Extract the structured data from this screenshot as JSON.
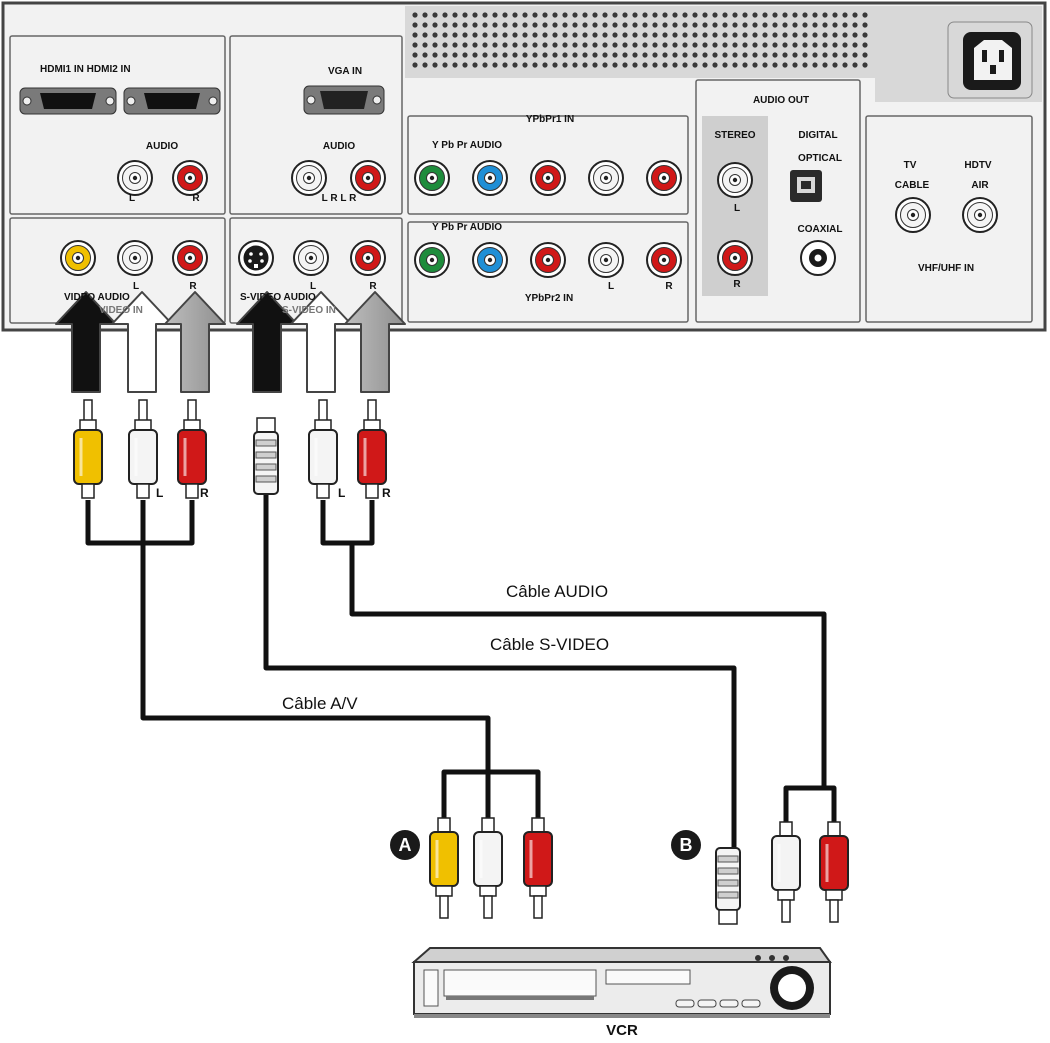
{
  "panel": {
    "hdmi_label": "HDMI1 IN HDMI2 IN",
    "vga_label": "VGA IN",
    "audio_label": "AUDIO",
    "audio_label_2": "AUDIO",
    "l": "L",
    "r": "R",
    "lrlr": "L R L R",
    "ypbpr1_label": "YPbPr1 IN",
    "ypbpr_audio_1": "Y Pb Pr AUDIO",
    "ypbpr_audio_2": "Y Pb Pr AUDIO",
    "ypbpr2_label": "YPbPr2 IN",
    "audio_out": "AUDIO OUT",
    "stereo": "STEREO",
    "digital": "DIGITAL",
    "optical": "OPTICAL",
    "coaxial": "COAXIAL",
    "tv": "TV",
    "cable": "CABLE",
    "hdtv": "HDTV",
    "air": "AIR",
    "vhf_uhf": "VHF/UHF IN",
    "video_audio": "VIDEO AUDIO",
    "video_in": "VIDEO IN",
    "svideo_audio": "S-VIDEO AUDIO",
    "svideo_in": "S-VIDEO IN"
  },
  "cables": {
    "audio": "Câble AUDIO",
    "svideo": "Câble S-VIDEO",
    "av": "Câble A/V"
  },
  "badges": {
    "a": "A",
    "b": "B"
  },
  "plug_marks": {
    "l": "L",
    "r": "R"
  },
  "device": {
    "vcr": "VCR"
  },
  "colors": {
    "panel": "#f2f2f2",
    "speaker": "#d8d8d8",
    "yellow": "#f0c000",
    "red": "#d01818",
    "white": "#f4f4f4",
    "green": "#1e8c3c",
    "blue": "#1f8fd6",
    "cable": "#111111"
  }
}
